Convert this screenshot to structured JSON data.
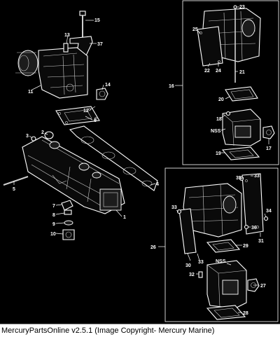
{
  "footer_text": "MercuryPartsOnline v2.5.1 (Image Copyright- Mercury Marine)",
  "callouts": {
    "c1": "1",
    "c2": "2",
    "c3": "3",
    "c4": "4",
    "c5": "5",
    "c6": "6",
    "c7": "7",
    "c8": "8",
    "c9": "9",
    "c10": "10",
    "c11": "11",
    "c12": "12",
    "c13": "13",
    "c14": "14",
    "c15": "15",
    "c16": "16",
    "c17": "17",
    "c18": "18",
    "c19": "19",
    "c20": "20",
    "c21": "21",
    "c22": "22",
    "c23": "23",
    "c24": "24",
    "c25": "25",
    "c26": "26",
    "c27": "27",
    "c28": "28",
    "c29": "29",
    "c30": "30",
    "c31": "31",
    "c32": "32",
    "c33a": "33",
    "c33b": "33",
    "c33c": "33",
    "c34": "34",
    "c35": "35",
    "c36": "36",
    "c37": "37",
    "nss1": "NSS",
    "nss2": "NSS"
  },
  "colors": {
    "background": "#000000",
    "linework": "#ffffff",
    "footer_bg": "#ffffff"
  }
}
